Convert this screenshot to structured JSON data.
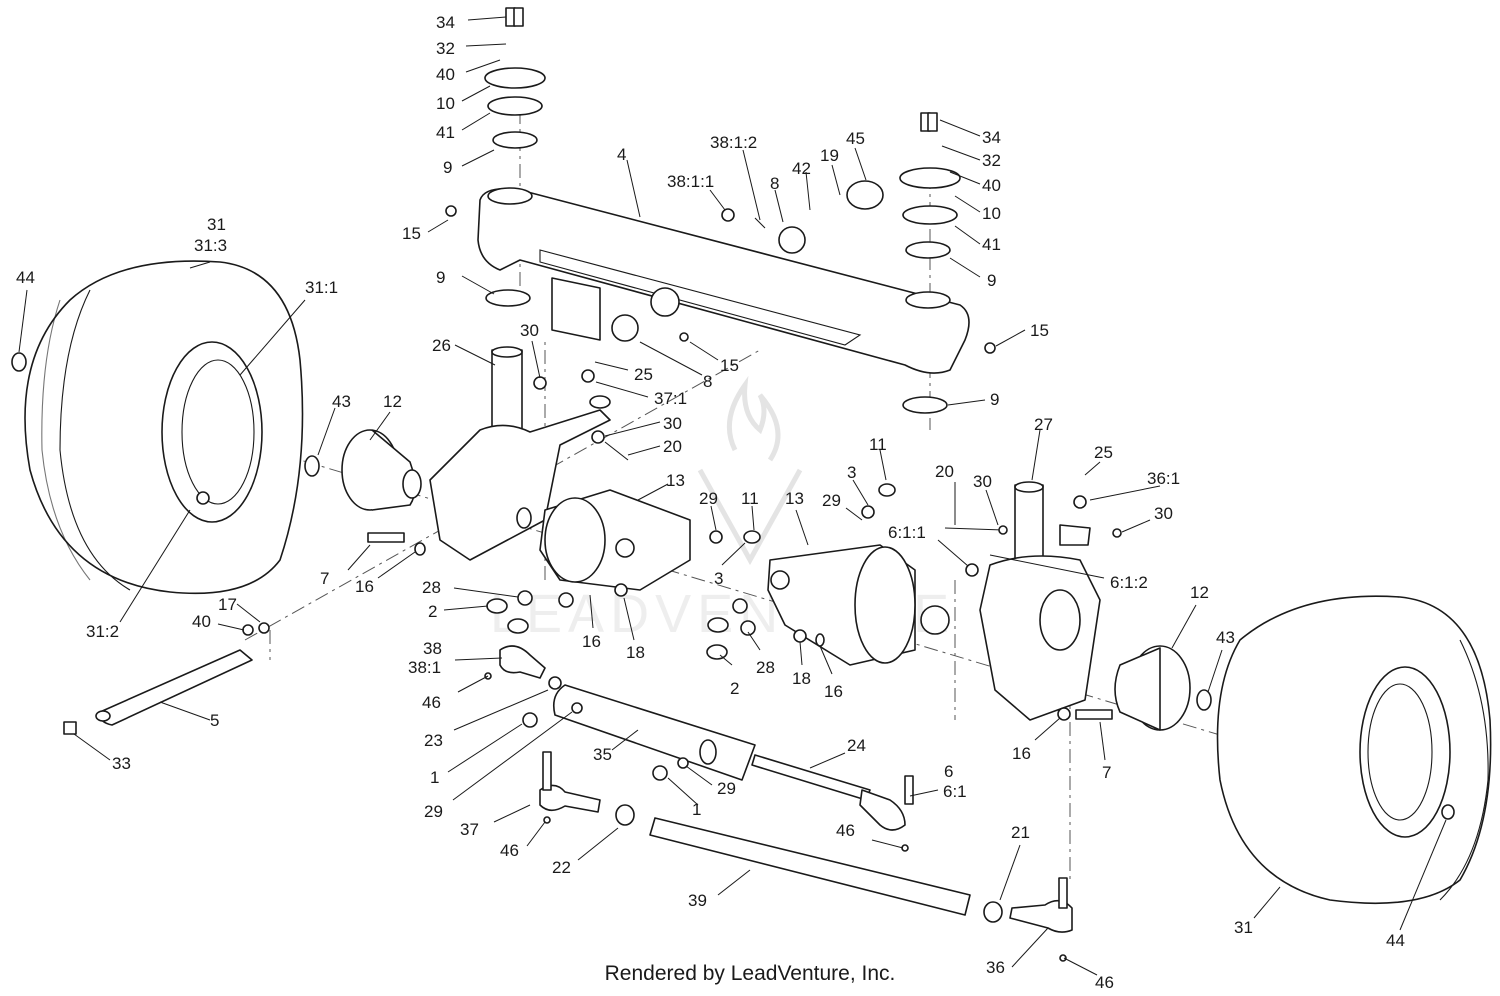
{
  "footer": {
    "text": "Rendered by LeadVenture, Inc."
  },
  "watermark": {
    "text": "LEADVENTURE"
  },
  "callouts": [
    "34",
    "32",
    "40",
    "10",
    "41",
    "9",
    "4",
    "38:1:2",
    "38:1:1",
    "8",
    "42",
    "19",
    "45",
    "34",
    "32",
    "40",
    "10",
    "41",
    "9",
    "15",
    "31",
    "31:3",
    "44",
    "31:1",
    "9",
    "30",
    "26",
    "25",
    "37:1",
    "8",
    "15",
    "15",
    "9",
    "43",
    "12",
    "30",
    "20",
    "13",
    "29",
    "11",
    "3",
    "11",
    "13",
    "29",
    "20",
    "30",
    "27",
    "25",
    "36:1",
    "30",
    "6:1:1",
    "6:1:2",
    "3",
    "7",
    "16",
    "28",
    "2",
    "16",
    "18",
    "31:2",
    "17",
    "40",
    "38",
    "38:1",
    "46",
    "23",
    "1",
    "29",
    "5",
    "33",
    "2",
    "28",
    "18",
    "16",
    "12",
    "43",
    "16",
    "7",
    "35",
    "24",
    "6",
    "6:1",
    "29",
    "1",
    "37",
    "46",
    "46",
    "22",
    "39",
    "21",
    "31",
    "44",
    "36",
    "46"
  ]
}
